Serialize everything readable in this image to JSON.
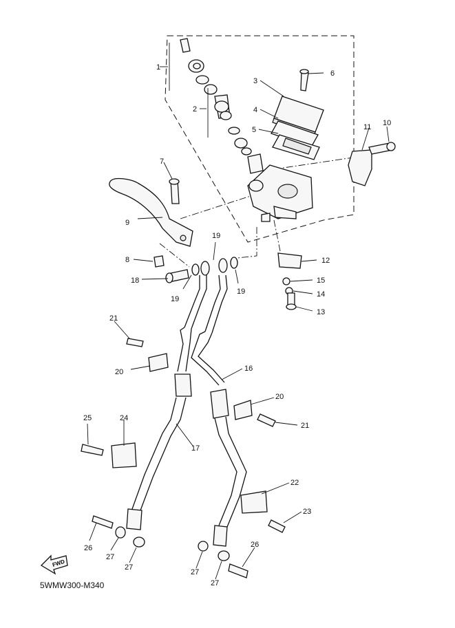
{
  "diagram": {
    "code": "5WMW300-M340",
    "fwd_label": "FWD",
    "callouts": [
      {
        "id": "c1",
        "text": "1"
      },
      {
        "id": "c2",
        "text": "2"
      },
      {
        "id": "c3",
        "text": "3"
      },
      {
        "id": "c4",
        "text": "4"
      },
      {
        "id": "c5",
        "text": "5"
      },
      {
        "id": "c6",
        "text": "6"
      },
      {
        "id": "c7",
        "text": "7"
      },
      {
        "id": "c8",
        "text": "8"
      },
      {
        "id": "c9",
        "text": "9"
      },
      {
        "id": "c10",
        "text": "10"
      },
      {
        "id": "c11",
        "text": "11"
      },
      {
        "id": "c12",
        "text": "12"
      },
      {
        "id": "c13",
        "text": "13"
      },
      {
        "id": "c14",
        "text": "14"
      },
      {
        "id": "c15",
        "text": "15"
      },
      {
        "id": "c16",
        "text": "16"
      },
      {
        "id": "c17",
        "text": "17"
      },
      {
        "id": "c18",
        "text": "18"
      },
      {
        "id": "c19a",
        "text": "19"
      },
      {
        "id": "c19b",
        "text": "19"
      },
      {
        "id": "c19c",
        "text": "19"
      },
      {
        "id": "c20a",
        "text": "20"
      },
      {
        "id": "c20b",
        "text": "20"
      },
      {
        "id": "c21a",
        "text": "21"
      },
      {
        "id": "c21b",
        "text": "21"
      },
      {
        "id": "c22",
        "text": "22"
      },
      {
        "id": "c23",
        "text": "23"
      },
      {
        "id": "c24",
        "text": "24"
      },
      {
        "id": "c25",
        "text": "25"
      },
      {
        "id": "c26a",
        "text": "26"
      },
      {
        "id": "c26b",
        "text": "26"
      },
      {
        "id": "c27a",
        "text": "27"
      },
      {
        "id": "c27b",
        "text": "27"
      },
      {
        "id": "c27c",
        "text": "27"
      },
      {
        "id": "c27d",
        "text": "27"
      }
    ]
  }
}
